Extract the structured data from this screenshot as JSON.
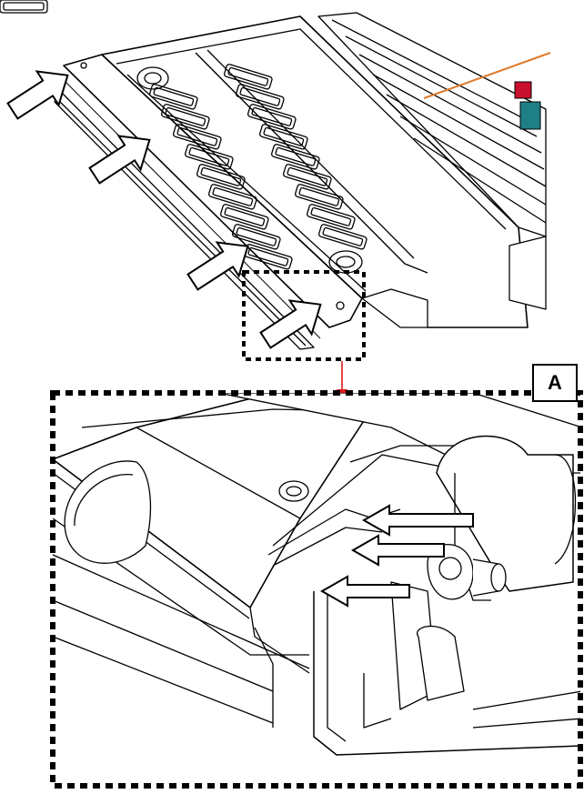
{
  "figure": {
    "detail_label": "A",
    "colors": {
      "line": "#000000",
      "background": "#ffffff",
      "arrow_fill": "#ffffff",
      "leader_arrow": "#e0191d",
      "orange_wire": "#e07a2a",
      "teal_part": "#1e7f86",
      "red_part": "#c8102e"
    },
    "icons": [
      "callout-arrow",
      "detail-frame",
      "pointer-arrow"
    ]
  }
}
